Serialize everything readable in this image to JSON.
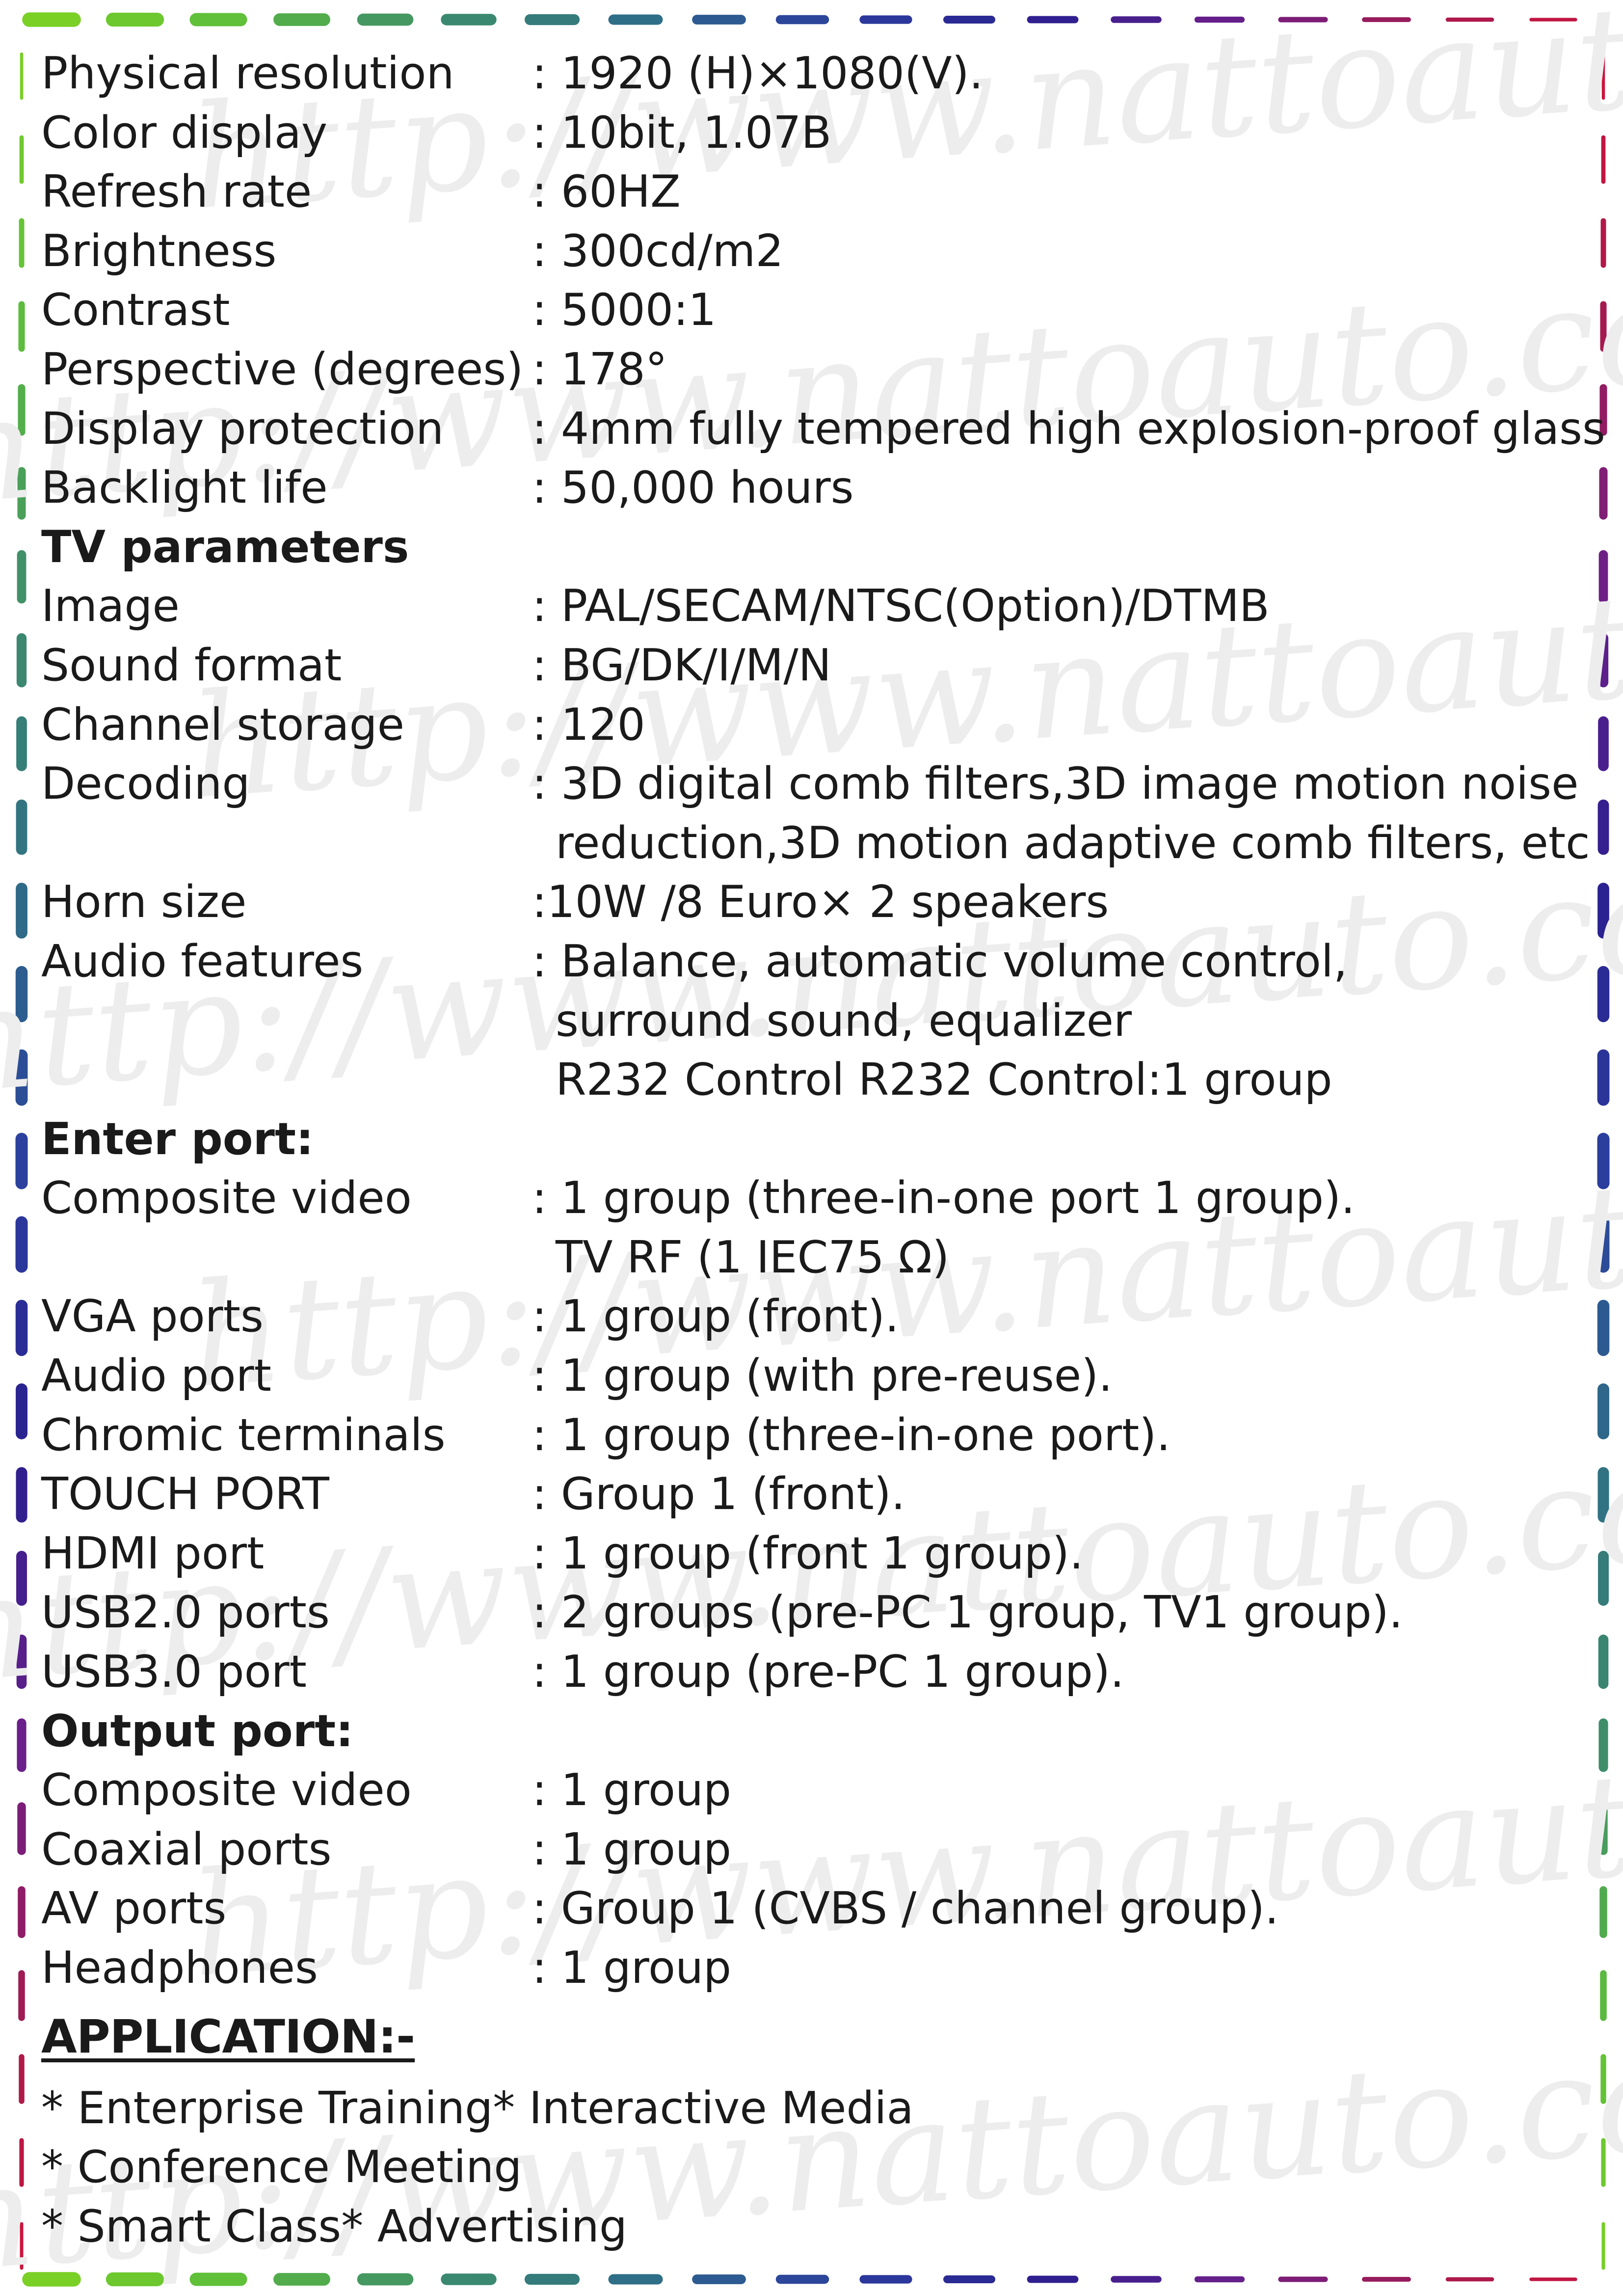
{
  "watermark": "http://www.nattoauto.com.my",
  "border_colors": [
    "#7ed321",
    "#5fbf3a",
    "#3e8e6a",
    "#2f6f86",
    "#2b3f9e",
    "#2a1f8f",
    "#6a1f8a",
    "#a81a4c",
    "#d6133a"
  ],
  "rows": [
    {
      "kind": "spec",
      "label": "Physical resolution",
      "value": ": 1920 (H)×1080(V)."
    },
    {
      "kind": "spec",
      "label": "Color display",
      "value": ": 10bit, 1.07B"
    },
    {
      "kind": "spec",
      "label": "Refresh rate",
      "value": ": 60HZ"
    },
    {
      "kind": "spec",
      "label": "Brightness",
      "value": ": 300cd/m2"
    },
    {
      "kind": "spec",
      "label": "Contrast",
      "value": ": 5000:1"
    },
    {
      "kind": "spec",
      "label": "Perspective (degrees)",
      "value": ": 178°"
    },
    {
      "kind": "spec",
      "label": "Display protection",
      "value": ": 4mm fully tempered high explosion-proof glass"
    },
    {
      "kind": "spec",
      "label": "Backlight life",
      "value": ": 50,000 hours"
    },
    {
      "kind": "heading",
      "text": "TV parameters"
    },
    {
      "kind": "spec",
      "label": "Image",
      "value": ": PAL/SECAM/NTSC(Option)/DTMB"
    },
    {
      "kind": "spec",
      "label": "Sound format",
      "value": ": BG/DK/I/M/N"
    },
    {
      "kind": "spec",
      "label": "Channel storage",
      "value": ": 120"
    },
    {
      "kind": "spec",
      "label": "Decoding",
      "value": ": 3D digital comb filters,3D image motion noise"
    },
    {
      "kind": "cont",
      "value": "reduction,3D motion adaptive comb filters, etc"
    },
    {
      "kind": "spec",
      "label": "Horn size",
      "value": ":10W /8 Euro× 2 speakers"
    },
    {
      "kind": "spec",
      "label": "Audio features",
      "value": ": Balance, automatic volume control,"
    },
    {
      "kind": "cont",
      "value": "surround sound, equalizer"
    },
    {
      "kind": "cont",
      "value": "R232 Control R232 Control:1 group"
    },
    {
      "kind": "heading",
      "text": "Enter port:"
    },
    {
      "kind": "spec",
      "label": "Composite video",
      "value": ": 1 group (three-in-one port 1 group)."
    },
    {
      "kind": "cont",
      "value": "TV RF (1 IEC75 Ω)"
    },
    {
      "kind": "spec",
      "label": "VGA ports",
      "value": ": 1 group (front)."
    },
    {
      "kind": "spec",
      "label": "Audio port",
      "value": ": 1 group (with pre-reuse)."
    },
    {
      "kind": "spec",
      "label": "Chromic terminals",
      "value": ": 1 group (three-in-one port)."
    },
    {
      "kind": "spec",
      "label": "TOUCH PORT",
      "value": ": Group 1 (front)."
    },
    {
      "kind": "spec",
      "label": "HDMI port",
      "value": ": 1 group (front 1 group)."
    },
    {
      "kind": "spec",
      "label": "USB2.0 ports",
      "value": ": 2 groups (pre-PC 1 group, TV1 group)."
    },
    {
      "kind": "spec",
      "label": "USB3.0 port",
      "value": ": 1 group (pre-PC 1 group)."
    },
    {
      "kind": "heading",
      "text": "Output port:"
    },
    {
      "kind": "spec",
      "label": "Composite video",
      "value": ": 1 group"
    },
    {
      "kind": "spec",
      "label": "Coaxial ports",
      "value": ": 1 group"
    },
    {
      "kind": "spec",
      "label": "AV ports",
      "value": ": Group 1 (CVBS / channel group)."
    },
    {
      "kind": "spec",
      "label": "Headphones",
      "value": ": 1 group"
    },
    {
      "kind": "app-heading",
      "text": "APPLICATION:-"
    },
    {
      "kind": "item",
      "text": "* Enterprise Training* Interactive Media"
    },
    {
      "kind": "item",
      "text": "* Conference Meeting"
    },
    {
      "kind": "item",
      "text": "* Smart Class* Advertising"
    }
  ]
}
